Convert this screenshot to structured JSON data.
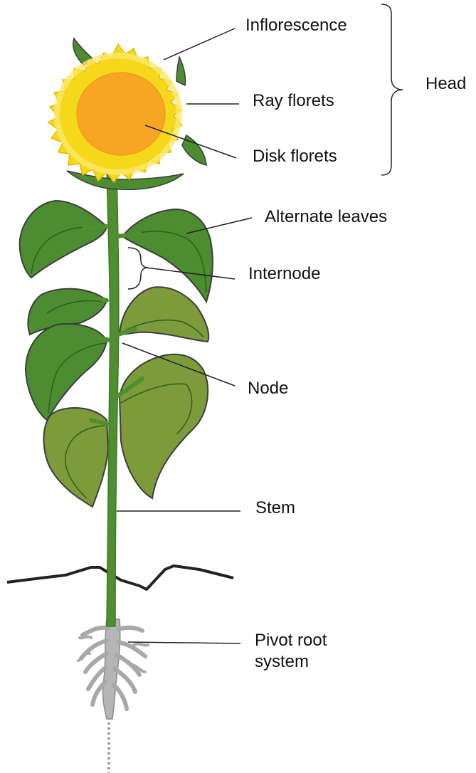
{
  "labels": {
    "inflorescence": "Inflorescence",
    "ray_florets": "Ray florets",
    "disk_florets": "Disk florets",
    "head": "Head",
    "alternate_leaves": "Alternate leaves",
    "internode": "Internode",
    "node": "Node",
    "stem": "Stem",
    "pivot_root_line1": "Pivot root",
    "pivot_root_line2": "system"
  },
  "colors": {
    "stem": "#4f8f2f",
    "stem_outline": "#3c7a24",
    "leaf_dark": "#4c8d31",
    "leaf_light": "#7d9b3a",
    "leaf_vein": "#2f5f1c",
    "outline": "#3d3d3d",
    "petal": "#f6d81a",
    "petal_light": "#fbe96b",
    "disk": "#f6a623",
    "root": "#b9b9b9",
    "ground": "#222222",
    "leader": "#222222"
  }
}
